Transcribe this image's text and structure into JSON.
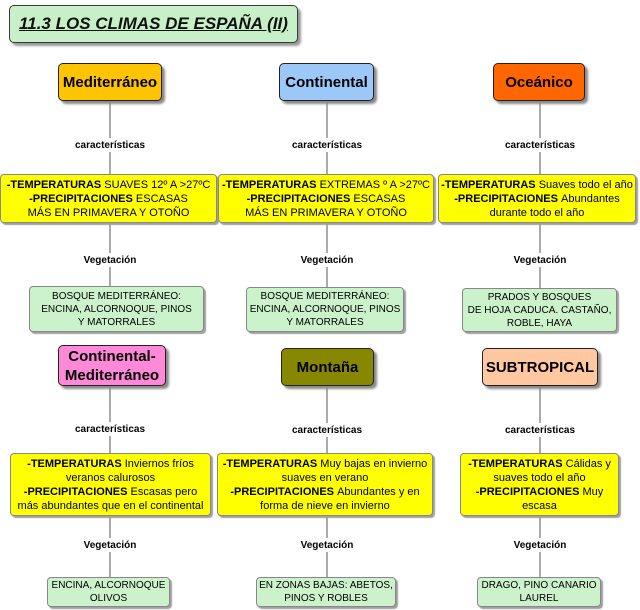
{
  "title": "11.3 LOS CLIMAS DE ESPAÑA (II)",
  "colors": {
    "title_bg": "#c8f0c8",
    "characteristics_bg": "#ffff00",
    "vegetation_bg": "#ccf2cc"
  },
  "climates": [
    {
      "name_lines": [
        "Mediterráneo"
      ],
      "color": "#ffc400",
      "characteristics_label": "características",
      "characteristics": [
        [
          {
            "b": true,
            "t": "-TEMPERATURAS "
          },
          {
            "b": false,
            "t": "SUAVES 12º A >27ºC"
          }
        ],
        [
          {
            "b": true,
            "t": "-PRECIPITACIONES "
          },
          {
            "b": false,
            "t": "ESCASAS"
          }
        ],
        [
          {
            "b": false,
            "t": "MÁS EN PRIMAVERA Y OTOÑO"
          }
        ]
      ],
      "vegetation_label": "Vegetación",
      "vegetation": [
        "BOSQUE MEDITERRÁNEO:",
        "ENCINA, ALCORNOQUE, PINOS",
        "Y MATORRALES"
      ]
    },
    {
      "name_lines": [
        "Continental"
      ],
      "color": "#9cc8f8",
      "characteristics_label": "características",
      "characteristics": [
        [
          {
            "b": true,
            "t": "-TEMPERATURAS "
          },
          {
            "b": false,
            "t": "EXTREMAS º A >27ºC"
          }
        ],
        [
          {
            "b": true,
            "t": "-PRECIPITACIONES "
          },
          {
            "b": false,
            "t": "ESCASAS"
          }
        ],
        [
          {
            "b": false,
            "t": "MÁS EN PRIMAVERA Y OTOÑO"
          }
        ]
      ],
      "vegetation_label": "Vegetación",
      "vegetation": [
        "BOSQUE MEDITERRÁNEO:",
        "ENCINA, ALCORNOQUE, PINOS",
        "Y MATORRALES"
      ]
    },
    {
      "name_lines": [
        "Oceánico"
      ],
      "color": "#ff6600",
      "characteristics_label": "características",
      "characteristics": [
        [
          {
            "b": true,
            "t": "-TEMPERATURAS "
          },
          {
            "b": false,
            "t": "Suaves todo el año"
          }
        ],
        [
          {
            "b": true,
            "t": "-PRECIPITACIONES "
          },
          {
            "b": false,
            "t": "Abundantes"
          }
        ],
        [
          {
            "b": false,
            "t": "durante todo el año"
          }
        ]
      ],
      "vegetation_label": "Vegetación",
      "vegetation": [
        "PRADOS Y BOSQUES",
        "DE HOJA CADUCA. CASTAÑO,",
        "ROBLE, HAYA"
      ]
    },
    {
      "name_lines": [
        "Continental-",
        "Mediterráneo"
      ],
      "color": "#ff88d8",
      "characteristics_label": "características",
      "characteristics": [
        [
          {
            "b": true,
            "t": "-TEMPERATURAS "
          },
          {
            "b": false,
            "t": "Inviernos fríos"
          }
        ],
        [
          {
            "b": false,
            "t": "veranos calurosos"
          }
        ],
        [
          {
            "b": true,
            "t": "-PRECIPITACIONES "
          },
          {
            "b": false,
            "t": "Escasas pero"
          }
        ],
        [
          {
            "b": false,
            "t": "más abundantes que en el continental"
          }
        ]
      ],
      "vegetation_label": "Vegetación",
      "vegetation": [
        "ENCINA, ALCORNOQUE",
        "OLIVOS"
      ]
    },
    {
      "name_lines": [
        "Montaña"
      ],
      "color": "#888800",
      "characteristics_label": "características",
      "characteristics": [
        [
          {
            "b": true,
            "t": "-TEMPERATURAS "
          },
          {
            "b": false,
            "t": "Muy bajas en invierno"
          }
        ],
        [
          {
            "b": false,
            "t": "suaves en verano"
          }
        ],
        [
          {
            "b": true,
            "t": "-PRECIPITACIONES "
          },
          {
            "b": false,
            "t": "Abundantes y en"
          }
        ],
        [
          {
            "b": false,
            "t": "forma de nieve en invierno"
          }
        ]
      ],
      "vegetation_label": "Vegetación",
      "vegetation": [
        "EN ZONAS BAJAS: ABETOS,",
        "PINOS Y ROBLES"
      ]
    },
    {
      "name_lines": [
        "SUBTROPICAL"
      ],
      "color": "#ffc8a0",
      "characteristics_label": "características",
      "characteristics": [
        [
          {
            "b": true,
            "t": "-TEMPERATURAS "
          },
          {
            "b": false,
            "t": "Cálidas y"
          }
        ],
        [
          {
            "b": false,
            "t": "suaves todo el año"
          }
        ],
        [
          {
            "b": true,
            "t": "-PRECIPITACIONES "
          },
          {
            "b": false,
            "t": "Muy"
          }
        ],
        [
          {
            "b": false,
            "t": "escasa"
          }
        ]
      ],
      "vegetation_label": "Vegetación",
      "vegetation": [
        "DRAGO, PINO CANARIO",
        "LAUREL"
      ]
    }
  ]
}
